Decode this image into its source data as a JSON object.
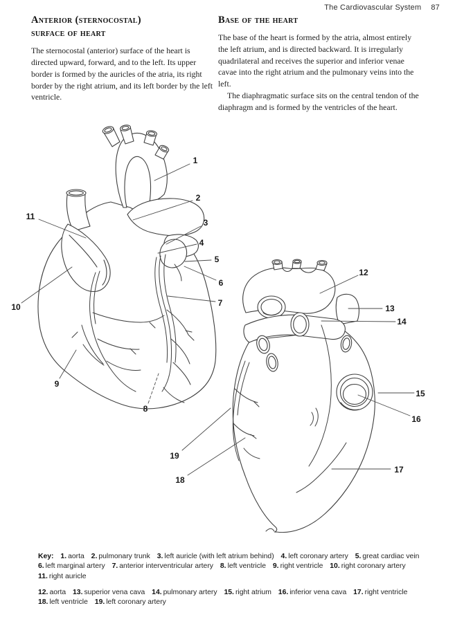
{
  "header": {
    "title": "The Cardiovascular System",
    "page_number": "87"
  },
  "left_column": {
    "heading_line1": "Anterior (sternocostal)",
    "heading_line2": "surface of heart",
    "paragraph": "The sternocostal (anterior) surface of the heart is directed upward, forward, and to the left. Its upper border is formed by the auricles of the atria, its right border by the right atrium, and its left border by the left ventricle."
  },
  "right_column": {
    "heading": "Base of the heart",
    "paragraph1": "The base of the heart is formed by the atria, almost entirely the left atrium, and is directed backward. It is irregularly quadrilateral and receives the superior and inferior venae cavae into the right atrium and the pulmonary veins into the left.",
    "paragraph2": "The diaphragmatic surface sits on the central tendon of the diaphragm and is formed by the ventricles of the heart."
  },
  "figure": {
    "labels": [
      "1",
      "2",
      "3",
      "4",
      "5",
      "6",
      "7",
      "8",
      "9",
      "10",
      "11",
      "12",
      "13",
      "14",
      "15",
      "16",
      "17",
      "18",
      "19"
    ]
  },
  "key": {
    "prefix": "Key:",
    "group1": [
      {
        "num": "1.",
        "text": "aorta"
      },
      {
        "num": "2.",
        "text": "pulmonary trunk"
      },
      {
        "num": "3.",
        "text": "left auricle (with left atrium behind)"
      },
      {
        "num": "4.",
        "text": "left coronary artery"
      },
      {
        "num": "5.",
        "text": "great cardiac vein"
      },
      {
        "num": "6.",
        "text": "left marginal artery"
      },
      {
        "num": "7.",
        "text": "anterior interventricular artery"
      },
      {
        "num": "8.",
        "text": "left ventricle"
      },
      {
        "num": "9.",
        "text": "right ventricle"
      },
      {
        "num": "10.",
        "text": "right coronary artery"
      },
      {
        "num": "11.",
        "text": "right auricle"
      }
    ],
    "group2": [
      {
        "num": "12.",
        "text": "aorta"
      },
      {
        "num": "13.",
        "text": "superior vena cava"
      },
      {
        "num": "14.",
        "text": "pulmonary artery"
      },
      {
        "num": "15.",
        "text": "right atrium"
      },
      {
        "num": "16.",
        "text": "inferior vena cava"
      },
      {
        "num": "17.",
        "text": "right ventricle"
      },
      {
        "num": "18.",
        "text": "left ventricle"
      },
      {
        "num": "19.",
        "text": "left coronary artery"
      }
    ]
  }
}
